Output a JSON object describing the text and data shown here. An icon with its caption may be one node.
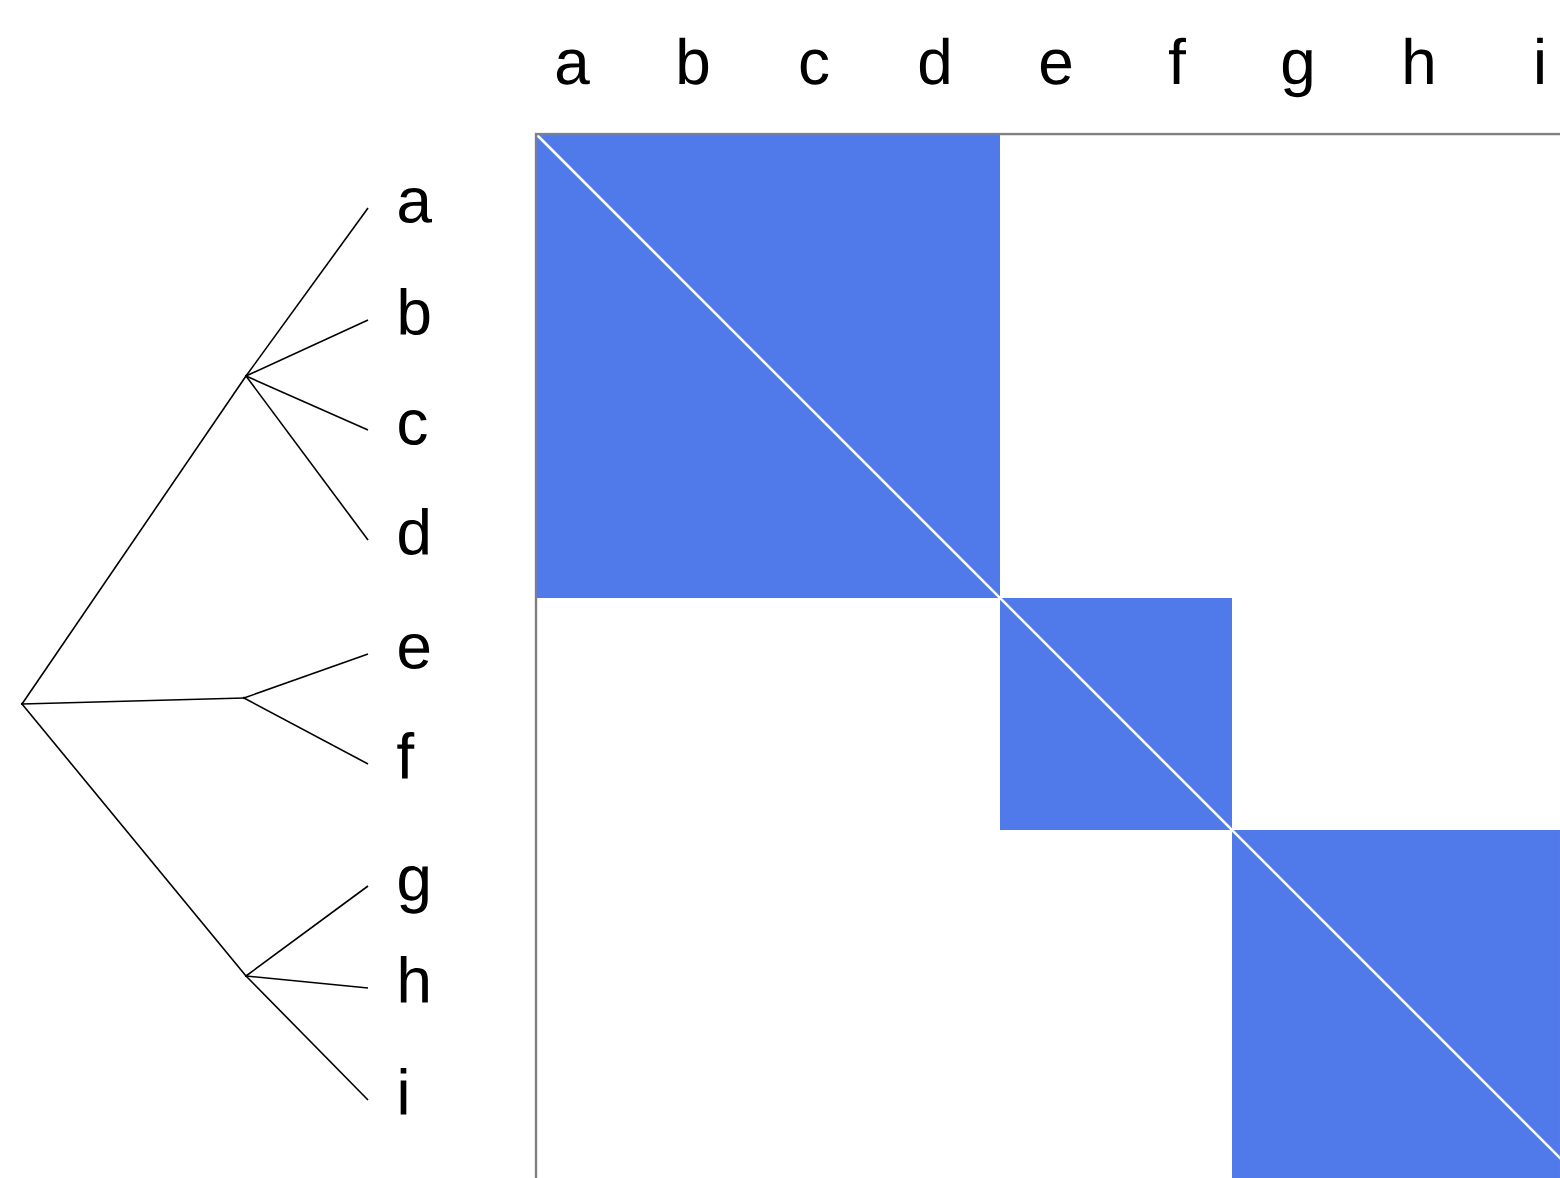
{
  "diagram": {
    "nodes": [
      {
        "text": [],
        "shape": "point"
      },
      {
        "text": [],
        "shape": "point"
      },
      {
        "text": [
          "a"
        ]
      },
      {
        "text": [
          "b"
        ]
      },
      {
        "text": [
          "c"
        ]
      },
      {
        "text": [
          "d"
        ]
      },
      {
        "text": [],
        "shape": "point"
      },
      {
        "text": [
          "e"
        ]
      },
      {
        "text": [
          "f"
        ]
      },
      {
        "text": [],
        "shape": "point"
      },
      {
        "text": [
          "g"
        ]
      },
      {
        "text": [
          "h"
        ]
      },
      {
        "text": [
          "i"
        ]
      }
    ],
    "edges": [
      {
        "from": 0,
        "to": 1,
        "arrow": "none"
      },
      {
        "from": 0,
        "to": 6,
        "arrow": "none"
      },
      {
        "from": 0,
        "to": 9,
        "arrow": "none"
      },
      {
        "from": 1,
        "to": 2,
        "arrow": "none"
      },
      {
        "from": 1,
        "to": 3,
        "arrow": "none"
      },
      {
        "from": 1,
        "to": 4,
        "arrow": "none"
      },
      {
        "from": 1,
        "to": 5,
        "arrow": "none"
      },
      {
        "from": 6,
        "to": 7,
        "arrow": "none"
      },
      {
        "from": 6,
        "to": 8,
        "arrow": "none"
      },
      {
        "from": 9,
        "to": 10,
        "arrow": "none"
      },
      {
        "from": 9,
        "to": 11,
        "arrow": "none"
      },
      {
        "from": 9,
        "to": 12,
        "arrow": "none"
      }
    ],
    "labels": [
      "a",
      "b",
      "c",
      "d",
      "e",
      "f",
      "g",
      "h",
      "i"
    ]
  }
}
